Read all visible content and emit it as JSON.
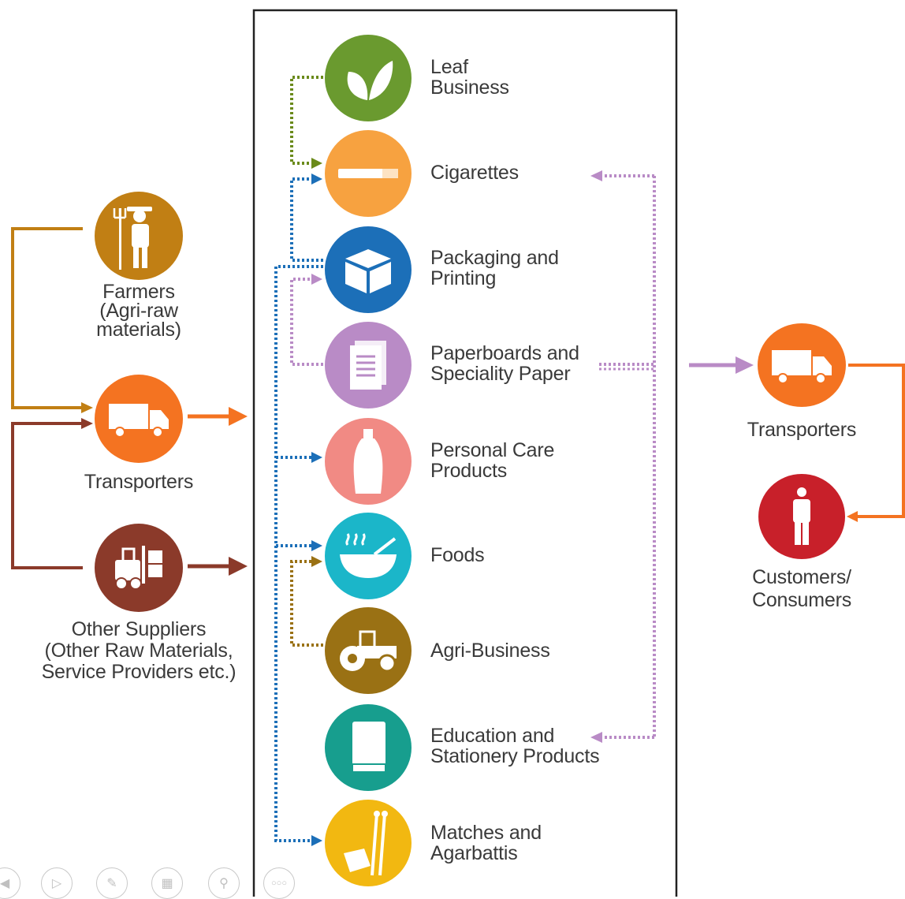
{
  "left": {
    "farmers": "Farmers\n(Agri-raw\nmaterials)",
    "transporters": "Transporters",
    "other_suppliers": "Other Suppliers\n(Other Raw Materials,\nService Providers etc.)"
  },
  "center": {
    "items": [
      {
        "label": "Leaf\nBusiness",
        "icon": "leaf-icon",
        "color": "#6a9a2f"
      },
      {
        "label": "Cigarettes",
        "icon": "cigarette-icon",
        "color": "#f7a240"
      },
      {
        "label": "Packaging and\nPrinting",
        "icon": "box-icon",
        "color": "#1c6fb8"
      },
      {
        "label": "Paperboards and\nSpeciality Paper",
        "icon": "document-icon",
        "color": "#b98bc6"
      },
      {
        "label": "Personal Care\nProducts",
        "icon": "bottle-icon",
        "color": "#f18a84"
      },
      {
        "label": "Foods",
        "icon": "bowl-icon",
        "color": "#1bb6c9"
      },
      {
        "label": "Agri-Business",
        "icon": "tractor-icon",
        "color": "#9a7114"
      },
      {
        "label": "Education and\nStationery Products",
        "icon": "book-icon",
        "color": "#179e8e"
      },
      {
        "label": "Matches and\nAgarbattis",
        "icon": "matches-icon",
        "color": "#f2b811"
      }
    ]
  },
  "right": {
    "transporters": "Transporters",
    "customers": "Customers/\nConsumers"
  },
  "colors": {
    "farmers": "#c17f14",
    "transport": "#f47321",
    "suppliers": "#8b3a2a",
    "customers": "#c8202a",
    "link_green": "#6a8a1a",
    "link_blue": "#1c6fb8",
    "link_purple": "#b98bc6",
    "link_olive": "#9a7114"
  }
}
